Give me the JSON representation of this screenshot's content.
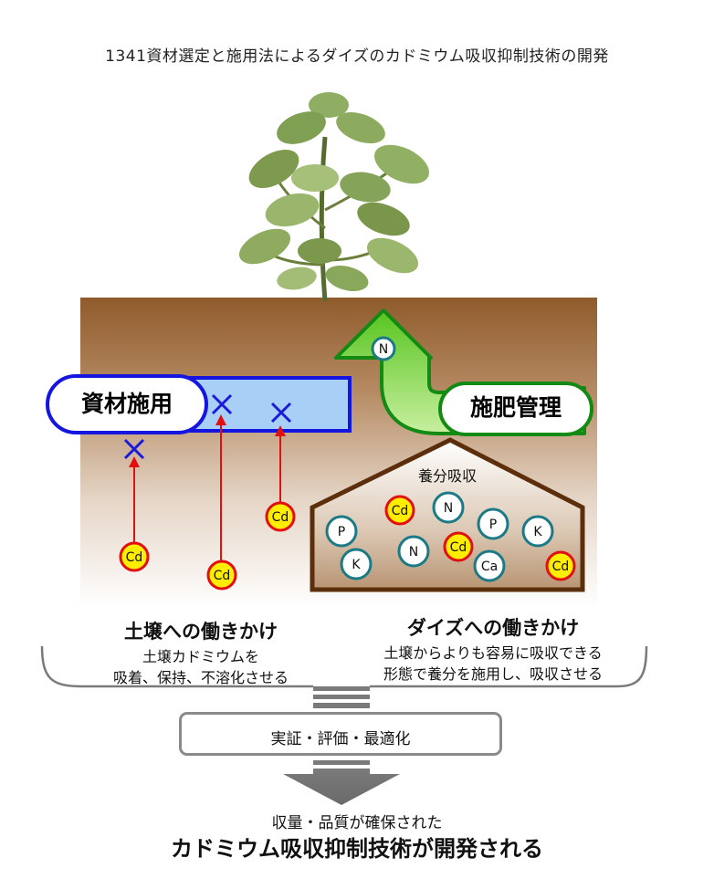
{
  "title": "1341資材選定と施用法によるダイズのカドミウム吸収抑制技術の開発",
  "pill_left": "資材施用",
  "pill_right": "施肥管理",
  "arrow_nutrient": "N",
  "house_label": "養分吸収",
  "house_ions": [
    "Cd",
    "N",
    "P",
    "K",
    "P",
    "K",
    "N",
    "Cd",
    "Ca",
    "Cd"
  ],
  "soil_cd": [
    "Cd",
    "Cd",
    "Cd"
  ],
  "left_panel": {
    "heading": "土壌への働きかけ",
    "line1": "土壌カドミウムを",
    "line2": "吸着、保持、不溶化させる"
  },
  "right_panel": {
    "heading": "ダイズへの働きかけ",
    "line1": "土壌からよりも容易に吸収できる",
    "line2": "形態で養分を施用し、吸収させる"
  },
  "step": "実証・評価・最適化",
  "result": {
    "line1": "収量・品質が確保された",
    "line2": "カドミウム吸収抑制技術が開発される"
  },
  "colors": {
    "cd_fill": "#ffee00",
    "cd_ring": "#e01010",
    "ion_ring": "#1b7a85",
    "block_x": "#1a1ad8",
    "green": "#138a13",
    "soil_top": "#8f5b2c"
  }
}
